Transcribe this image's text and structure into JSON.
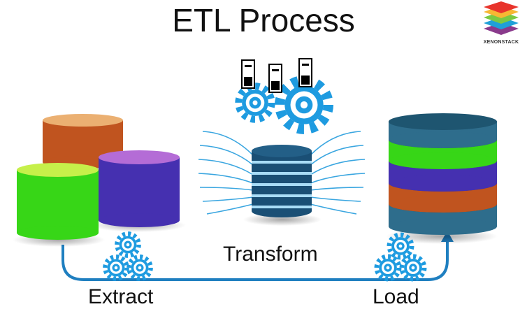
{
  "title": "ETL Process",
  "brand": {
    "name": "XENONSTACK",
    "logo_icon": "layered-stack-logo-icon"
  },
  "stages": {
    "extract": {
      "label": "Extract"
    },
    "transform": {
      "label": "Transform"
    },
    "load": {
      "label": "Load"
    }
  },
  "colors": {
    "orange": "#c0541f",
    "green": "#37d617",
    "purple": "#4530b0",
    "steel_blue": "#2e6d8c",
    "gear_blue": "#1e9be0",
    "flow_arrow": "#1f7fc0"
  },
  "icons": [
    "database-cylinder-icon",
    "gear-icon",
    "server-icon",
    "flow-arrow-icon"
  ]
}
